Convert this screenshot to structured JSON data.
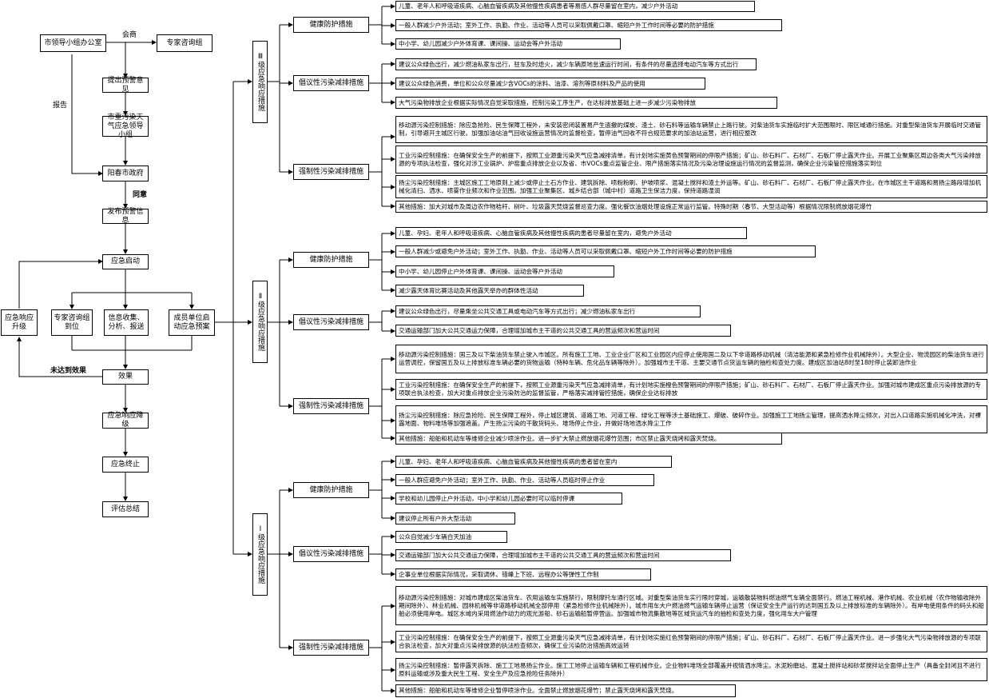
{
  "flow": {
    "city_office": "市领导小组办公室",
    "expert_group": "专家咨询组",
    "consult": "会商",
    "report": "报告",
    "proposal": "提出预警意见",
    "leader_group": "市重污染天气应急领导小组",
    "gov": "阳春市政府",
    "agree": "同意",
    "publish": "发布预警信息",
    "start": "应急启动",
    "upgrade": "应急响应升级",
    "expert_post": "专家咨询组到位",
    "info": "信息收集、分析、报送",
    "member": "成员单位启动应急预案",
    "not_effective": "未达到效果",
    "effect": "效果",
    "downgrade": "应急响应降级",
    "terminate": "应急终止",
    "evaluate": "评估总结"
  },
  "levels": [
    {
      "title": "Ⅲ级应急响应措施",
      "categories": [
        {
          "name": "健康防护措施",
          "items": [
            "儿童、老年人和呼吸道疾病、心脑血管疾病及其他慢性疾病患者等易感人群尽量留在室内，减少户外活动",
            "一般人群减少户外活动；室外工作、执勤、作业、活动等人员可以采取佩戴口罩、缩短户外工作时间等必要的防护措施",
            "中小学、幼儿园减少户外体育课、课间操、运动会等户外活动"
          ]
        },
        {
          "name": "倡议性污染减排措施",
          "items": [
            "建议公众绿色出行，减少燃油私家车出行，驻车及时熄火，减少车辆原地怠速运行时间，有条件的尽量选择电动汽车等方式出行",
            "建议公众绿色消费，单位和公众尽量减少含VOCs的涂料、油漆、溶剂等原材料及产品的使用",
            "大气污染物排放企业根据实际情况自觉采取措施，控制污染工序生产，在达标排放基础上进一步减少污染物排放"
          ]
        },
        {
          "name": "强制性污染减排措施",
          "items": [
            "移动源污染控制措施：除应急抢险、民生保障工程外，未安装密闭装置易产生遗撒的煤炭、渣土、砂石料等运输车辆禁止上路行驶。对柴油货车实施临时扩大范围限时、限区域通行措施。对重型柴油货车开展临时交通管制，引导避开主城区行驶。加强加油站油气回收设施运营情况的监督检查，暂停油气回收不符合规范要求的加油站运营，进行相应整改",
            "工业污染控制措施：在确保安全生产的前提下，按照工业源重污染天气应急减排清单，有计划地实施黄色预警期间的停限产措施；矿山、砂石料厂、石材厂、石板厂停止露天作业。开展工业聚集区周边各类大气污染排放源的专项执法检查，强化对涉工业锅炉、炉窑重点排放企业以及省、市VOCs重点监管企业、限产措施落实情况及污染治理设施运行情况的监督监测，确保企业污染管控措施落实到位",
            "扬尘污染控制措施：主城区施工工地原则上减少或停止土石方作业、建筑拆除、喷粉粉刷、护坡喷浆、混凝土搅拌和渣土外运等。矿山、砂石料厂、石材厂、石板厂停止露天作业。在市城区主干道路和易扬尘路段增加机械化清扫、洒水、喷雾作业频次和作业范围。加强工业聚集区、城乡结合部（城中村）道路卫生保洁力度，保持道路湿润",
            "其他措施：加大对城市及周边农作物秸秆、树叶、垃圾露天焚烧监督巡查力度。强化餐饮油烟处理设施正常运行监管。特殊时期（春节、大型活动等）根据情况限制燃放烟花爆竹"
          ]
        }
      ]
    },
    {
      "title": "Ⅱ级应急响应措施",
      "categories": [
        {
          "name": "健康防护措施",
          "items": [
            "儿童、孕妇、老年人和呼吸道疾病、心脑血管疾病及其他慢性疾病的患者尽量留在室内，避免户外活动",
            "一般人群减少或避免户外活动；室外工作、执勤、作业、活动等人员可以采取佩戴口罩、缩短户外工作时间等必要的防护措施",
            "中小学、幼儿园停止户外体育课、课间操、运动会等户外活动",
            "减少露天体育比赛活动及其他露天举办的群体性活动"
          ]
        },
        {
          "name": "倡议性污染减排措施",
          "items": [
            "建议公众绿色出行，尽量乘坐公共交通工具或电动汽车等方式出行；减少燃油私家车出行",
            "交通运输部门加大公共交通运力保障，合理增加城市主干道的公共交通工具的营运频次和营运时间"
          ]
        },
        {
          "name": "强制性污染减排措施",
          "items": [
            "移动源污染控制措施：国三及以下柴油货车禁止驶入市城区。所有施工工地、工业企业厂区和工业园区内应停止使用国二及以下非道路移动机械（清洁能源和紧急检修作业机械除外）。大型企业、物流园区的柴油货车进行运营调控，保留国五及以上排放标准车辆必要的货物运输（特种车辆、危化品车辆等除外）。加强城市主干道、主要交通节点货运车辆的抽检和查处力度。建成区加油站8时至18时停止装卸油作业",
            "工业污染控制措施：在确保安全生产的前提下，按照工业源重污染天气应急减排清单，有计划地实施橙色预警期间的停限产措施；矿山、砂石料厂、石材厂、石板厂停止露天作业。加强对城市建成区重点污染排放源的专项联合执法检查，加大对重点排放企业污染防治的监督监管，严格落实减排管控措施，确保企业达标排放",
            "扬尘污染控制措施：除应急抢险、民生保障工程外，停止城区建筑、道路工地、河道工程、绿化工程等涉土基础施工、爆破、破碎作业。加强施工工地扬尘管理，提高洒水降尘频次，对出入口道路实施机械化冲洗，对裸露地面、物料堆场等加强遮盖。产生扬尘污染的干散货码头、堆场停止作业，并做好场地洒水降尘工作",
            "其他措施：船舶和机动车等维修企业减少喷涂作业。进一步扩大禁止燃放烟花爆竹范围；市区禁止露天烧烤和露天焚烧。"
          ]
        }
      ]
    },
    {
      "title": "Ⅰ级应急响应措施",
      "categories": [
        {
          "name": "健康防护措施",
          "items": [
            "儿童、孕妇、老年人和呼吸道疾病、心脑血管疾病及其他慢性疾病的患者留在室内",
            "一般人群应避免户外活动；室外工作、执勤、作业、活动等人员临时停止作业",
            "学校和幼儿园停止户外活动，中小学和幼儿园必要时可以临时停课",
            "建议停止所有户外大型活动"
          ]
        },
        {
          "name": "倡议性污染减排措施",
          "items": [
            "公众自觉减少车辆白天加油",
            "交通运输部门加大公共交通运力保障，合理增加城市主干道的公共交通工具的营运频次和营运时间",
            "企事业单位根据实际情况，采取调休、错峰上下班、远程办公等弹性工作制"
          ]
        },
        {
          "name": "强制性污染减排措施",
          "items": [
            "移动源污染控制措施：对城市建成区柴油货车、农用运输车实施禁行，限制摩托车通行区域。对重型柴油货车实行限时穿城，运输散装物料燃油燃气车辆全面禁行。燃油工程机械、港作机械、农业机械（农作物输收除外期间除外）、林业机械、园林机械等非道路移动机械全部停用（紧急检修作业机械除外）。城市用车大户燃油燃气运输车辆停止运营（保证安全生产运行的达到国五及以上排放标准的车辆除外）。有岸电使用条件的码头和船舶必须使用岸电。城区水域内采用燃油作动力的观光游船、砂石运输船暂停营运。加强城市物流集散地等区域货运汽车的抽检和查处力度，强化用车大户管理",
            "工业污染控制措施：在确保安全生产的前提下，按照工业源重污染天气应急减排清单，有计划地实施红色预警期间的停限产措施；矿山、砂石料厂、石材厂、石板厂停止露天作业。进一步强化大气污染物排放源的专项联合执法检查，加大对重点污染排放源的执法检查频次，确保工业污染防治措施高效运转",
            "扬尘污染控制措施：暂停露天拆除、施工工地易扬尘作业。施工工地停止运输车辆和工程机械作业。企业物料堆场全部覆盖并视情洒水降尘。水泥粉磨站、混凝土搅拌站和砂浆搅拌站全面停止生产（具备全封闭且不进行原料运输或涉及重大民生工程、安全生产及应急抢险任务除外）",
            "其他措施：船舶和机动车等维修企业暂停喷涂作业。全面禁止燃放烟花爆竹；禁止露天烧烤和露天焚烧。"
          ]
        }
      ]
    }
  ]
}
